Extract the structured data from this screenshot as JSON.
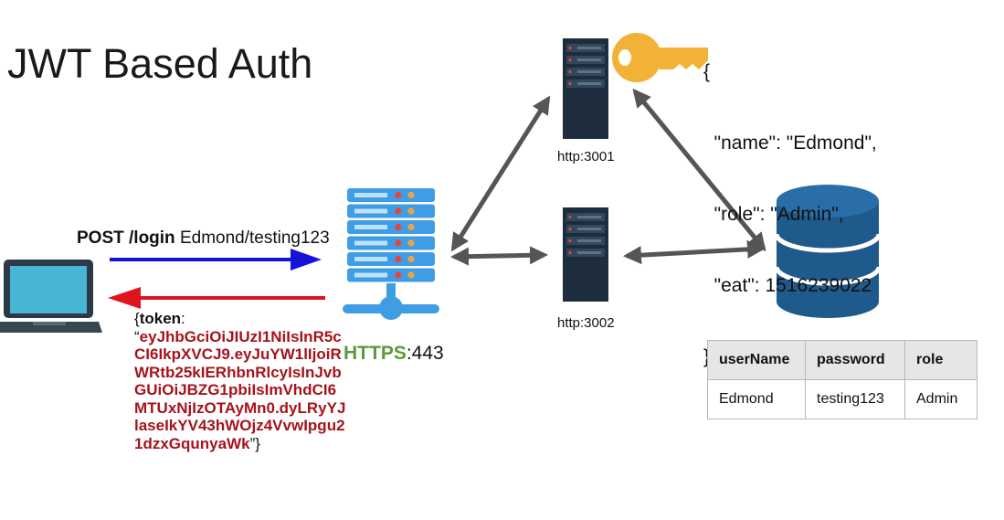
{
  "title": "JWT Based Auth",
  "request": {
    "method_path": "POST /login",
    "credentials": "Edmond/testing123"
  },
  "response": {
    "open": "{",
    "key": "token",
    "colon": ":",
    "quote_open": "“",
    "token": "eyJhbGciOiJIUzI1NiIsInR5cCI6IkpXVCJ9.eyJuYW1lIjoiRWRtb25kIERhbnRlcyIsInJvbGUiOiJBZG1pbiIsImVhdCI6MTUxNjIzOTAyMn0.dyLRyYJlaseIkYV43hWOjz4VvwIpgu21dzxGqunyaWk",
    "quote_close": "”}"
  },
  "gateway": {
    "protocol": "HTTPS",
    "port": ":443"
  },
  "servers": [
    {
      "label": "http:3001"
    },
    {
      "label": "http:3002"
    }
  ],
  "jwt_payload_lines": [
    "{",
    "  \"name\": \"Edmond\",",
    "  \"role\": \"Admin\",",
    "  \"eat\": 1516239022",
    "}"
  ],
  "table": {
    "headers": [
      "userName",
      "password",
      "role"
    ],
    "rows": [
      [
        "Edmond",
        "testing123",
        "Admin"
      ]
    ]
  },
  "colors": {
    "request_arrow": "#1414d8",
    "response_arrow": "#e0141e",
    "gateway_blue": "#3f9ee3",
    "server_dark": "#1e2d3d",
    "database_blue": "#1f5a8c",
    "key_gold": "#f2b236",
    "connector_gray": "#555555",
    "https_green": "#5a9a3c",
    "token_red": "#a6131b"
  }
}
